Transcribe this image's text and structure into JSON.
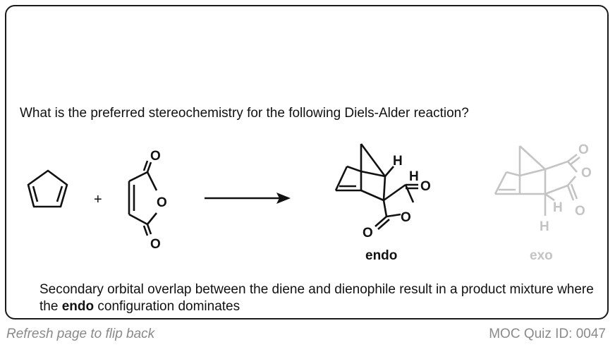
{
  "card": {
    "question": "What is the preferred stereochemistry for the following Diels-Alder reaction?",
    "answer_part1": "Secondary orbital overlap between the diene and dienophile result in a product mixture where the ",
    "answer_bold": "endo",
    "answer_part2": " configuration dominates"
  },
  "scheme": {
    "plus": "+",
    "maleic_o_top": "O",
    "maleic_o_ring": "O",
    "maleic_o_bottom": "O",
    "endo_h1": "H",
    "endo_h2": "H",
    "endo_o_right": "O",
    "endo_o_ring": "O",
    "endo_o_bottom": "O",
    "endo_label": "endo",
    "exo_o_top": "O",
    "exo_o_ring": "O",
    "exo_o_bottom": "O",
    "exo_h1": "H",
    "exo_h2": "H",
    "exo_label": "exo",
    "colors": {
      "main": "#111111",
      "faded": "#c4c4c4"
    }
  },
  "footer": {
    "refresh": "Refresh page to flip back",
    "quiz_id": "MOC Quiz ID: 0047"
  }
}
